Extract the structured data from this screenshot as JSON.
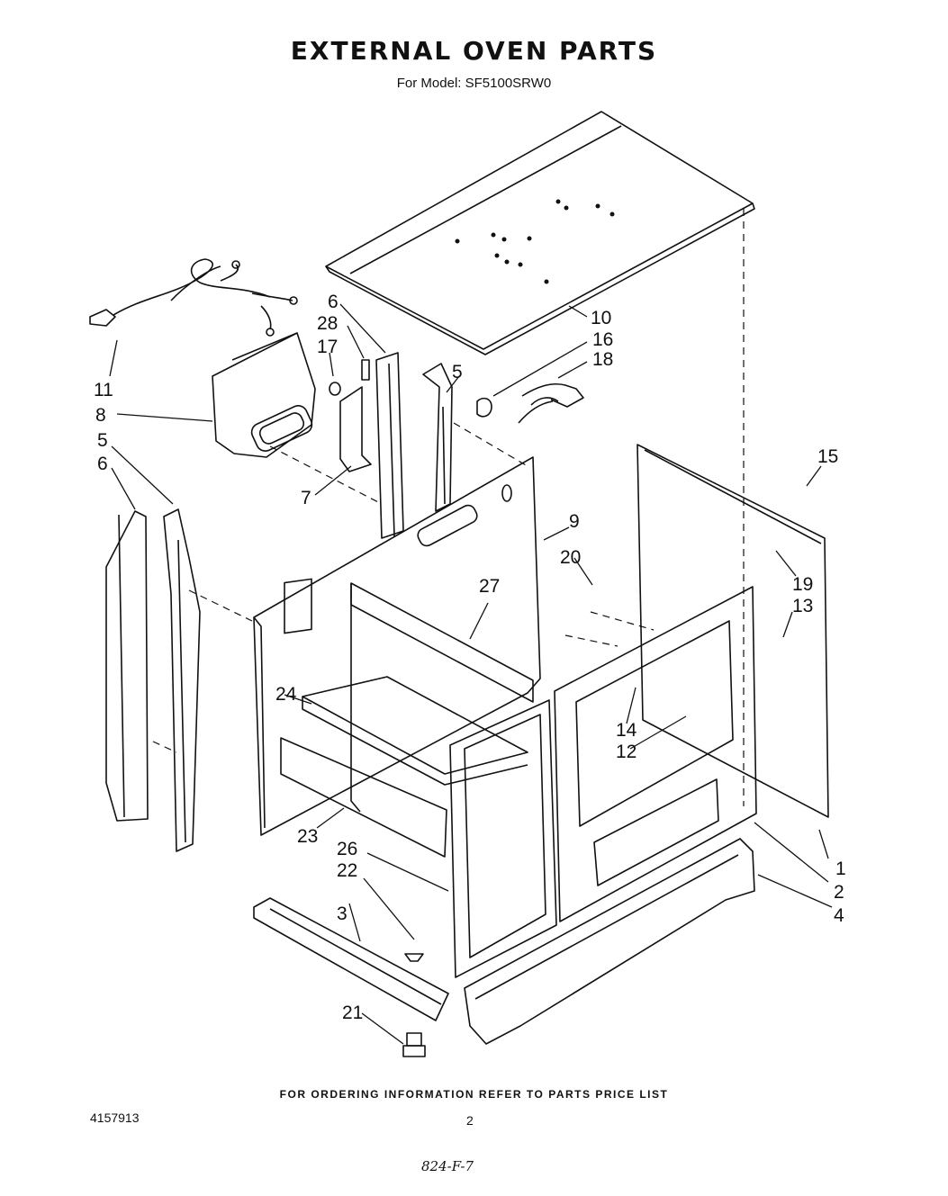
{
  "title": "EXTERNAL OVEN PARTS",
  "subtitle": "For Model: SF5100SRW0",
  "callouts": [
    "1",
    "2",
    "3",
    "4",
    "5",
    "5",
    "6",
    "6",
    "7",
    "8",
    "9",
    "10",
    "11",
    "12",
    "13",
    "14",
    "15",
    "16",
    "17",
    "18",
    "19",
    "20",
    "21",
    "22",
    "23",
    "24",
    "26",
    "27",
    "28"
  ],
  "footer_note": "FOR ORDERING INFORMATION REFER TO PARTS PRICE LIST",
  "doc_number": "4157913",
  "page_number": "2",
  "handwritten_code": "824-F-7"
}
